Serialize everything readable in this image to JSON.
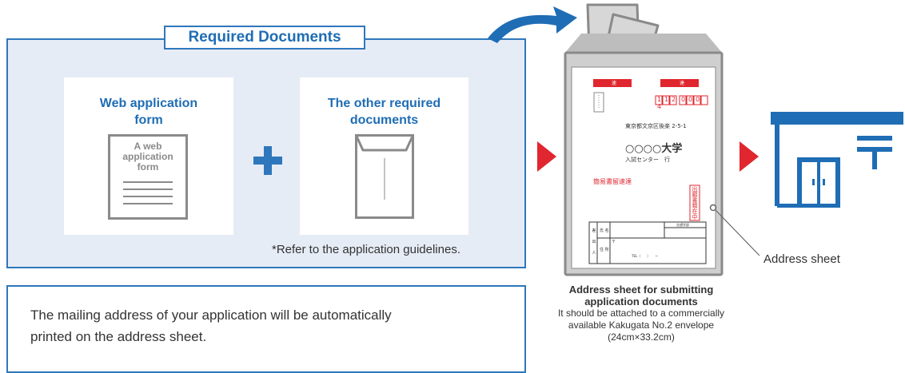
{
  "required": {
    "title": "Required Documents",
    "web_form_title_1": "Web application",
    "web_form_title_2": "form",
    "web_form_doc_label_1": "A web",
    "web_form_doc_label_2": "application",
    "web_form_doc_label_3": "form",
    "other_docs_title_1": "The other required",
    "other_docs_title_2": "documents",
    "footnote": "*Refer to the application guidelines."
  },
  "mailing_note": {
    "line_1": "The mailing address of your application will be automatically",
    "line_2": "printed on the address sheet."
  },
  "envelope": {
    "sokutatsu_1": "速",
    "sokutatsu_2": "達",
    "postal_code": [
      "1",
      "1",
      "2",
      "0",
      "0",
      "0",
      "4"
    ],
    "address_line": "東京都文京区後楽 2-5-1",
    "university_prefix": "○○○○",
    "university_suffix": "大学",
    "office": "入試センター　行",
    "registered_mail": "簡易書留速達",
    "enclosed_stamp": [
      "出",
      "願",
      "書",
      "類",
      "在",
      "中"
    ],
    "sender_name_label": "氏 名",
    "exam_number_label": "志望学部",
    "address_label": "住 所",
    "postal_mark": "〒",
    "tel_label": "TEL（　　）　　ー",
    "sender_side_label": [
      "差",
      "出",
      "人"
    ]
  },
  "envelope_caption": {
    "title_1": "Address sheet for submitting",
    "title_2": "application documents",
    "line_1": "It should be attached to a commercially",
    "line_2": "available Kakugata No.2 envelope",
    "line_3": "(24cm×33.2cm)"
  },
  "address_sheet_label": "Address sheet",
  "colors": {
    "accent_blue": "#2e77bc",
    "title_blue": "#1f6db5",
    "panel_bg": "#e6ecf6",
    "arrow_red": "#e0262e",
    "gray": "#8a8a8a",
    "post_office_blue": "#1f6db5"
  },
  "icons": [
    "plus-icon",
    "envelope-icon",
    "curved-arrow-icon",
    "post-office-icon"
  ]
}
